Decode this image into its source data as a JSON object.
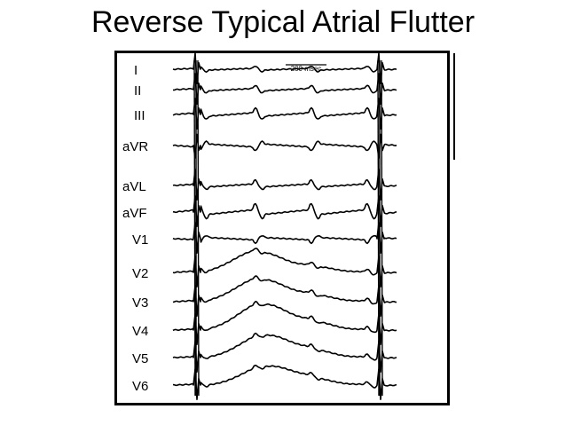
{
  "title": "Reverse Typical Atrial Flutter",
  "scale_label": "200 msec",
  "leads": [
    "I",
    "II",
    "III",
    "aVR",
    "aVL",
    "aVF",
    "V1",
    "V2",
    "V3",
    "V4",
    "V5",
    "V6"
  ],
  "colors": {
    "ink": "#000000",
    "background": "#ffffff"
  }
}
